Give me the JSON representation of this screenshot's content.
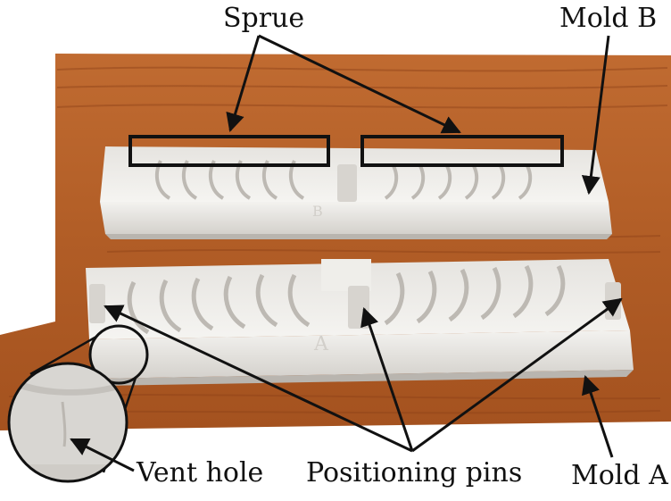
{
  "labels": {
    "sprue": "Sprue",
    "mold_b": "Mold B",
    "mold_a": "Mold A",
    "vent_hole": "Vent hole",
    "positioning_pins": "Positioning pins"
  },
  "mold_letters": {
    "a": "A",
    "b": "B"
  },
  "colors": {
    "wood": "#b5622a",
    "wood_dark": "#8e4218",
    "mold_white": "#ecebe8",
    "mold_shadow": "#c9c6c1",
    "annotation": "#111111"
  }
}
